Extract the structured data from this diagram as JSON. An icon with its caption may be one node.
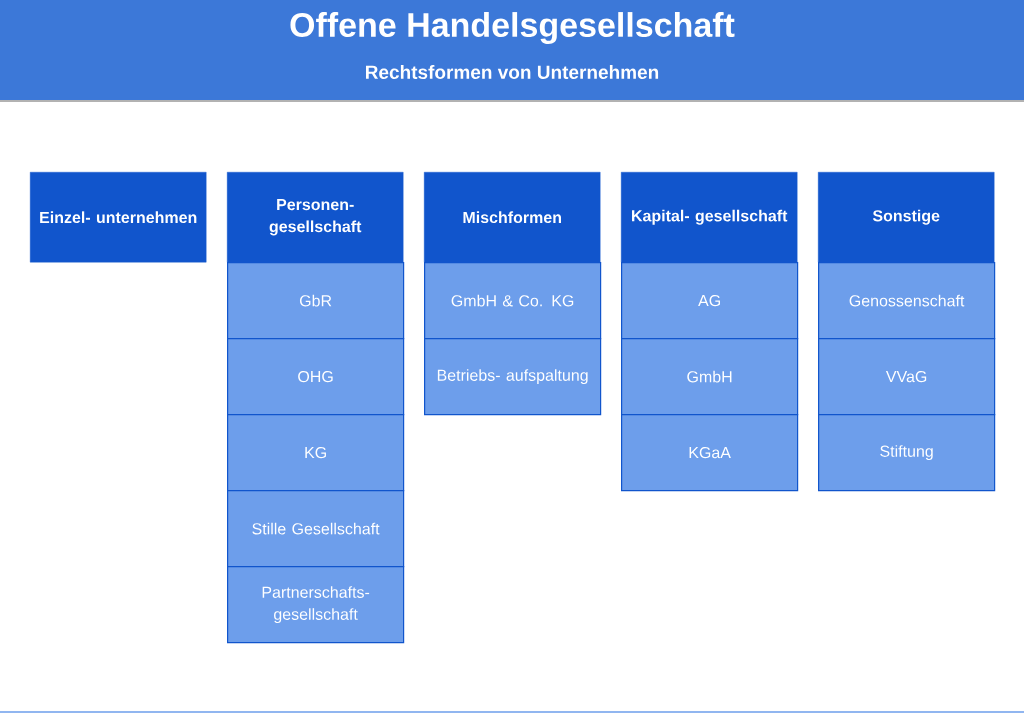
{
  "diagram": {
    "title": "Offene Handelsgesellschaft",
    "nodes": [
      {
        "text": [
          "Einzel- unternehmen"
        ]
      },
      {
        "text": [
          "Personen- gesellschaft"
        ]
      },
      {
        "text": [
          "GbR"
        ]
      },
      {
        "text": [
          "OHG"
        ]
      },
      {
        "text": [
          "KG"
        ]
      },
      {
        "text": [
          "Stille Gesellschaft"
        ]
      },
      {
        "text": [
          "Partnerschafts- gesellschaft"
        ]
      },
      {
        "text": [
          "Mischformen"
        ]
      },
      {
        "text": [
          "GmbH & Co. KG"
        ]
      },
      {
        "text": [
          "Betriebs- aufspaltung"
        ]
      },
      {
        "text": [
          "Kapital- gesellschaft"
        ]
      },
      {
        "text": [
          "AG"
        ]
      },
      {
        "text": [
          "GmbH"
        ]
      },
      {
        "text": [
          "KGaA"
        ]
      },
      {
        "text": [
          "Sonstige"
        ]
      },
      {
        "text": [
          "Genossenschaft"
        ]
      },
      {
        "text": [
          "VVaG"
        ]
      },
      {
        "text": [
          "Stiftung"
        ]
      }
    ],
    "labels": [
      "Rechtsformen von Unternehmen"
    ]
  }
}
